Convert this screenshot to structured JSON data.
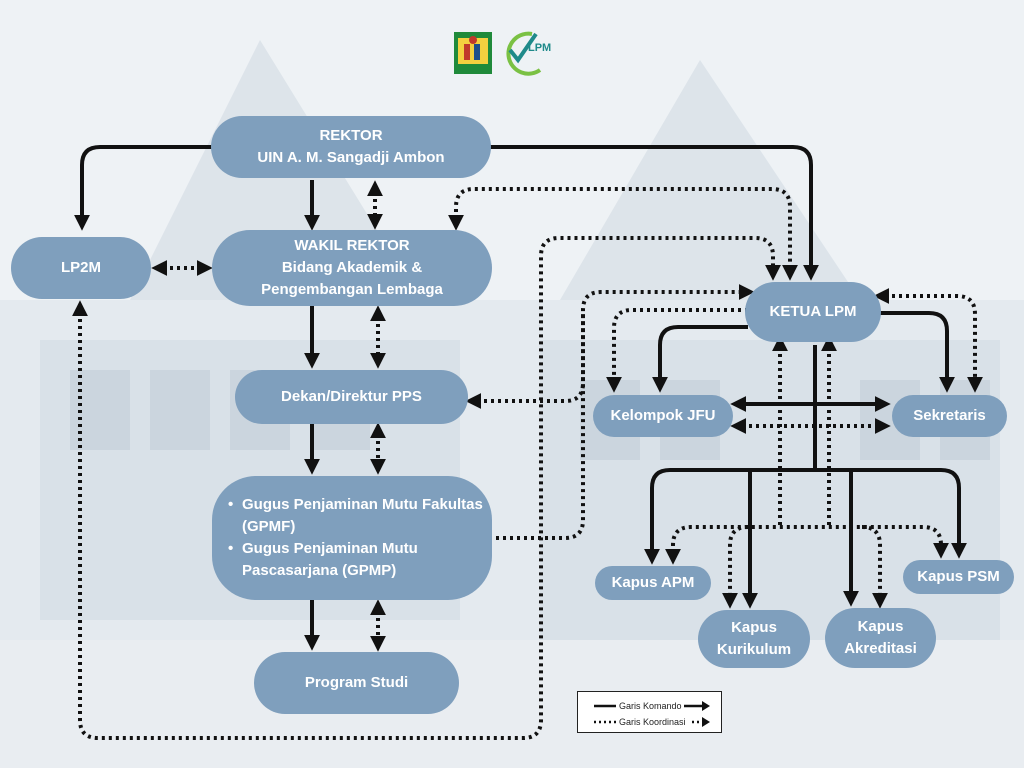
{
  "nodes": {
    "rektor": [
      "REKTOR",
      "UIN A. M. Sangadji Ambon"
    ],
    "lp2m": [
      "LP2M"
    ],
    "wakil_rektor": [
      "WAKIL REKTOR",
      "Bidang Akademik &",
      "Pengembangan Lembaga"
    ],
    "dekan": [
      "Dekan/Direktur PPS"
    ],
    "gugus": [
      "Gugus Penjaminan Mutu Fakultas (GPMF)",
      "Gugus Penjaminan Mutu Pascasarjana (GPMP)"
    ],
    "prodi": [
      "Program Studi"
    ],
    "ketua_lpm": [
      "KETUA LPM"
    ],
    "kelompok_jfu": [
      "Kelompok JFU"
    ],
    "sekretaris": [
      "Sekretaris"
    ],
    "kapus_apm": [
      "Kapus APM"
    ],
    "kapus_kurikulum": [
      "Kapus",
      "Kurikulum"
    ],
    "kapus_akreditasi": [
      "Kapus",
      "Akreditasi"
    ],
    "kapus_psm": [
      "Kapus PSM"
    ]
  },
  "logo": {
    "text": "LPM"
  },
  "legend": {
    "command": "Garis Komando",
    "coordination": "Garis Koordinasi"
  },
  "colors": {
    "node_fill": "#7f9fbd",
    "node_text": "#ffffff",
    "line": "#111111",
    "logo_green": "#7ac143",
    "logo_teal": "#1f8a8a"
  }
}
